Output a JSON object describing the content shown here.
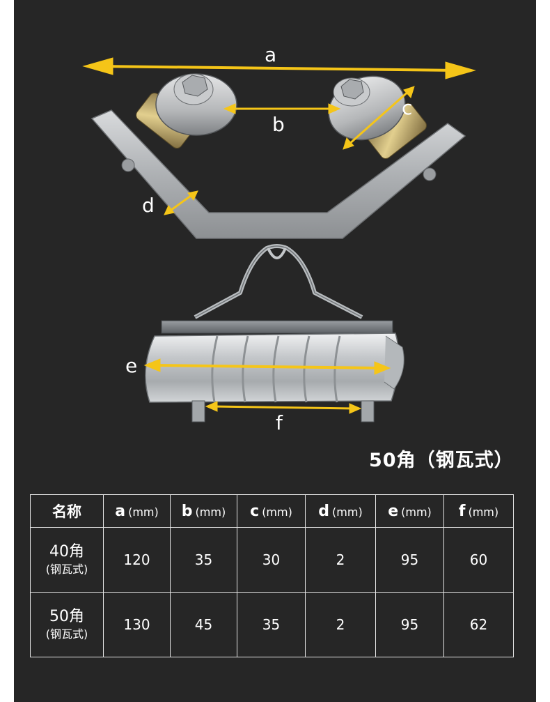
{
  "colors": {
    "background": "#262626",
    "arrow": "#f5c518",
    "metal": "#b9bcbf",
    "brass": "#c9a95a"
  },
  "dimension_labels": {
    "a": "a",
    "b": "b",
    "c": "c",
    "d": "d",
    "e": "e",
    "f": "f"
  },
  "caption": "50角（钢瓦式）",
  "table": {
    "name_header": "名称",
    "columns": [
      {
        "key": "a",
        "unit": "(mm)"
      },
      {
        "key": "b",
        "unit": "(mm)"
      },
      {
        "key": "c",
        "unit": "(mm)"
      },
      {
        "key": "d",
        "unit": "(mm)"
      },
      {
        "key": "e",
        "unit": "(mm)"
      },
      {
        "key": "f",
        "unit": "(mm)"
      }
    ],
    "rows": [
      {
        "name": "40角",
        "sub": "(钢瓦式)",
        "values": [
          "120",
          "35",
          "30",
          "2",
          "95",
          "60"
        ]
      },
      {
        "name": "50角",
        "sub": "(钢瓦式)",
        "values": [
          "130",
          "45",
          "35",
          "2",
          "95",
          "62"
        ]
      }
    ]
  }
}
